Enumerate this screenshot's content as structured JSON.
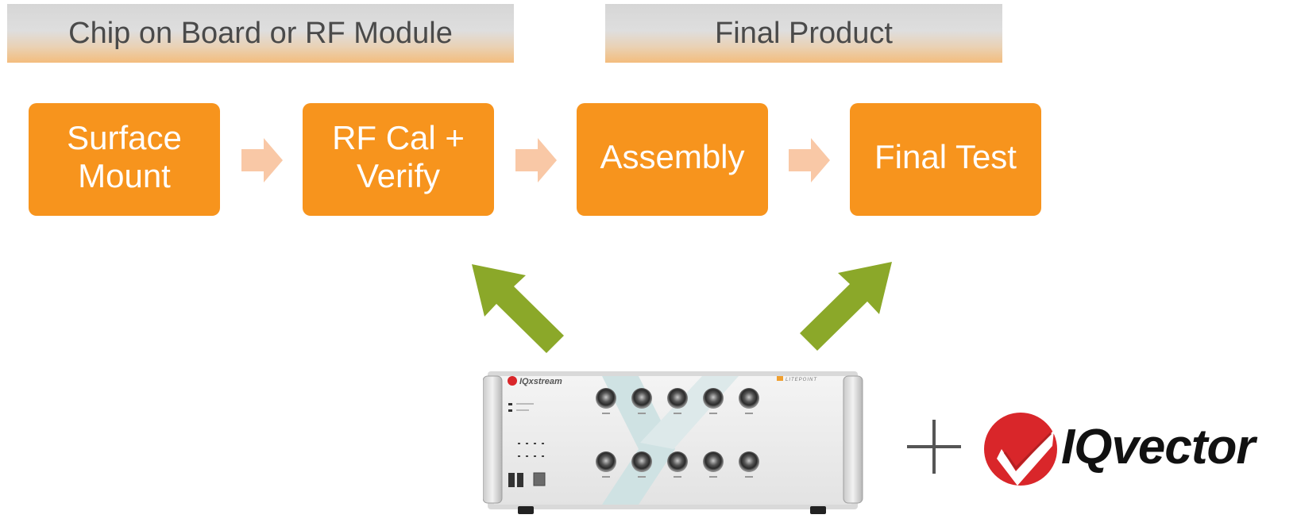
{
  "phases": [
    {
      "label": "Chip on Board or RF Module"
    },
    {
      "label": "Final Product"
    }
  ],
  "steps": [
    {
      "label": "Surface\nMount"
    },
    {
      "label": "RF Cal +\nVerify"
    },
    {
      "label": "Assembly"
    },
    {
      "label": "Final Test"
    }
  ],
  "instrument": {
    "brand": "IQxstream",
    "manufacturer": "LITEPOINT"
  },
  "addon": {
    "symbol": "+",
    "logo_text": "IQvector"
  },
  "colors": {
    "step_fill": "#f7941d",
    "flow_arrow": "#f9c8a6",
    "up_arrow": "#8ba829",
    "logo_red": "#d9262a"
  },
  "icons": [
    "right-arrow-icon",
    "up-arrow-icon",
    "plus-icon",
    "checkmark-logo-icon"
  ]
}
